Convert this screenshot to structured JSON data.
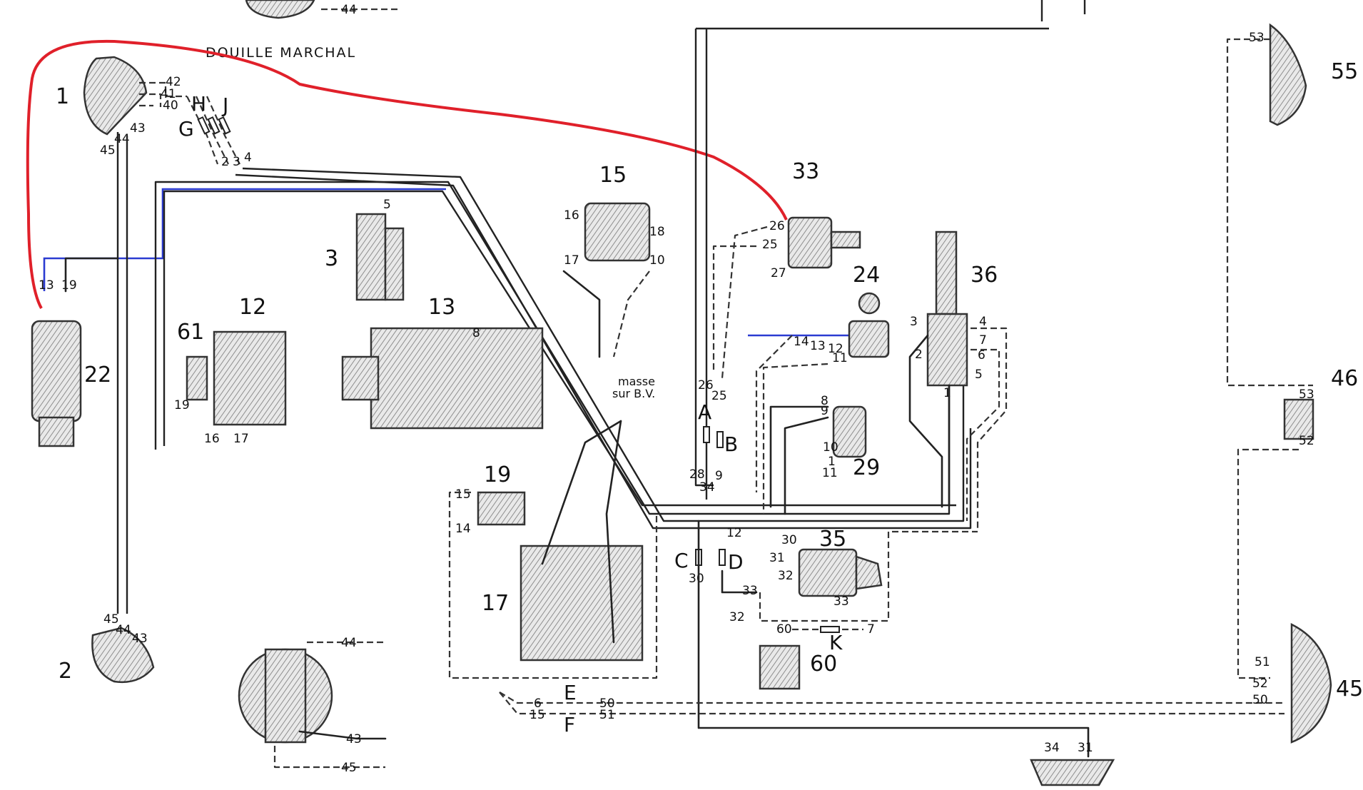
{
  "title": "DOUILLE MARCHAL",
  "masse_label": [
    "masse",
    "sur B.V."
  ],
  "accent_colors": {
    "red_wire": "#e0202a",
    "blue_wire": "#2b3bd1"
  },
  "components": [
    {
      "id": "1",
      "label": "1"
    },
    {
      "id": "2",
      "label": "2"
    },
    {
      "id": "3",
      "label": "3"
    },
    {
      "id": "12",
      "label": "12"
    },
    {
      "id": "13",
      "label": "13"
    },
    {
      "id": "15",
      "label": "15"
    },
    {
      "id": "17",
      "label": "17"
    },
    {
      "id": "19",
      "label": "19"
    },
    {
      "id": "22",
      "label": "22"
    },
    {
      "id": "24",
      "label": "24"
    },
    {
      "id": "29",
      "label": "29"
    },
    {
      "id": "33",
      "label": "33"
    },
    {
      "id": "35",
      "label": "35"
    },
    {
      "id": "36",
      "label": "36"
    },
    {
      "id": "45",
      "label": "45"
    },
    {
      "id": "46",
      "label": "46"
    },
    {
      "id": "55",
      "label": "55"
    },
    {
      "id": "60",
      "label": "60"
    },
    {
      "id": "61",
      "label": "61"
    }
  ],
  "connectors": [
    "A",
    "B",
    "C",
    "D",
    "E",
    "F",
    "G",
    "H",
    "J",
    "K"
  ],
  "wire_numbers": {
    "headlamp_1": [
      "42",
      "41",
      "40",
      "43",
      "44",
      "45"
    ],
    "plug_GHJ": [
      "2",
      "3",
      "4"
    ],
    "coil_22": [
      "13",
      "19"
    ],
    "dynamo_3": [
      "5"
    ],
    "starter_13": [
      "8"
    ],
    "regulator_15": [
      "16",
      "18",
      "17",
      "10"
    ],
    "box_61": [
      "19",
      "16",
      "17"
    ],
    "switch_33": [
      "26",
      "25",
      "27"
    ],
    "switch_24": [
      "14",
      "13",
      "12",
      "11"
    ],
    "box_29": [
      "8",
      "9",
      "10",
      "1",
      "11"
    ],
    "combi_36": [
      "3",
      "4",
      "7",
      "2",
      "6",
      "5",
      "1"
    ],
    "connAB": [
      "26",
      "25",
      "28",
      "34",
      "9"
    ],
    "connCD": [
      "12",
      "30"
    ],
    "battery_19": [
      "15",
      "14"
    ],
    "distributor_35": [
      "30",
      "31",
      "32",
      "33",
      "33",
      "32"
    ],
    "comp_60": [
      "60",
      "7"
    ],
    "EF": [
      "6",
      "50",
      "15",
      "51"
    ],
    "rear_55": [
      "53"
    ],
    "plate_46": [
      "53",
      "52"
    ],
    "rear_45": [
      "51",
      "52",
      "50"
    ],
    "headlamp_2": [
      "45",
      "44",
      "43"
    ],
    "socket": [
      "44",
      "43",
      "45"
    ],
    "bottom_lamp": [
      "34",
      "31"
    ],
    "top_socket": [
      "44"
    ]
  }
}
